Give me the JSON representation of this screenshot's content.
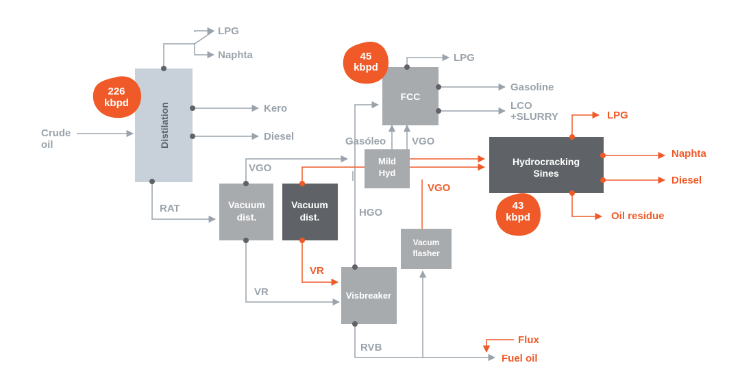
{
  "units": {
    "distillation": "Distilation",
    "vacuum_dist_1": [
      "Vacuum",
      "dist."
    ],
    "vacuum_dist_2": [
      "Vacuum",
      "dist."
    ],
    "fcc": "FCC",
    "mild_hyd": [
      "Mild",
      "Hyd"
    ],
    "hydrocracking": [
      "Hydrocracking",
      "Sines"
    ],
    "vacum_flasher": [
      "Vacum",
      "flasher"
    ],
    "visbreaker": "Visbreaker"
  },
  "badges": {
    "distillation": [
      "226",
      "kbpd"
    ],
    "fcc": [
      "45",
      "kbpd"
    ],
    "hydrocracking": [
      "43",
      "kbpd"
    ]
  },
  "inputs": {
    "crude_oil": [
      "Crude",
      "oil"
    ],
    "flux": "Flux"
  },
  "streams": {
    "dist_lpg": "LPG",
    "dist_naphta": "Naphta",
    "dist_kero": "Kero",
    "dist_diesel": "Diesel",
    "rat": "RAT",
    "vgo_left": "VGO",
    "vr_left": "VR",
    "vr_right": "VR",
    "hgo": "HGO",
    "gasoleo": "Gasóleo",
    "vgo_fcc": "VGO",
    "vgo_flasher": "VGO",
    "rvb": "RVB",
    "fcc_lpg": "LPG",
    "fcc_gasoline": "Gasoline",
    "fcc_lco": [
      "LCO",
      "+SLURRY"
    ],
    "hc_lpg": "LPG",
    "hc_naphta": "Naphta",
    "hc_diesel": "Diesel",
    "hc_oil_residue": "Oil residue",
    "fuel_oil": "Fuel oil"
  },
  "colors": {
    "light_box": "#c8d1d9",
    "mid_box": "#a8abae",
    "dark_box": "#5f6368",
    "gray_line": "#9aa3ab",
    "orange": "#ef5a28"
  }
}
